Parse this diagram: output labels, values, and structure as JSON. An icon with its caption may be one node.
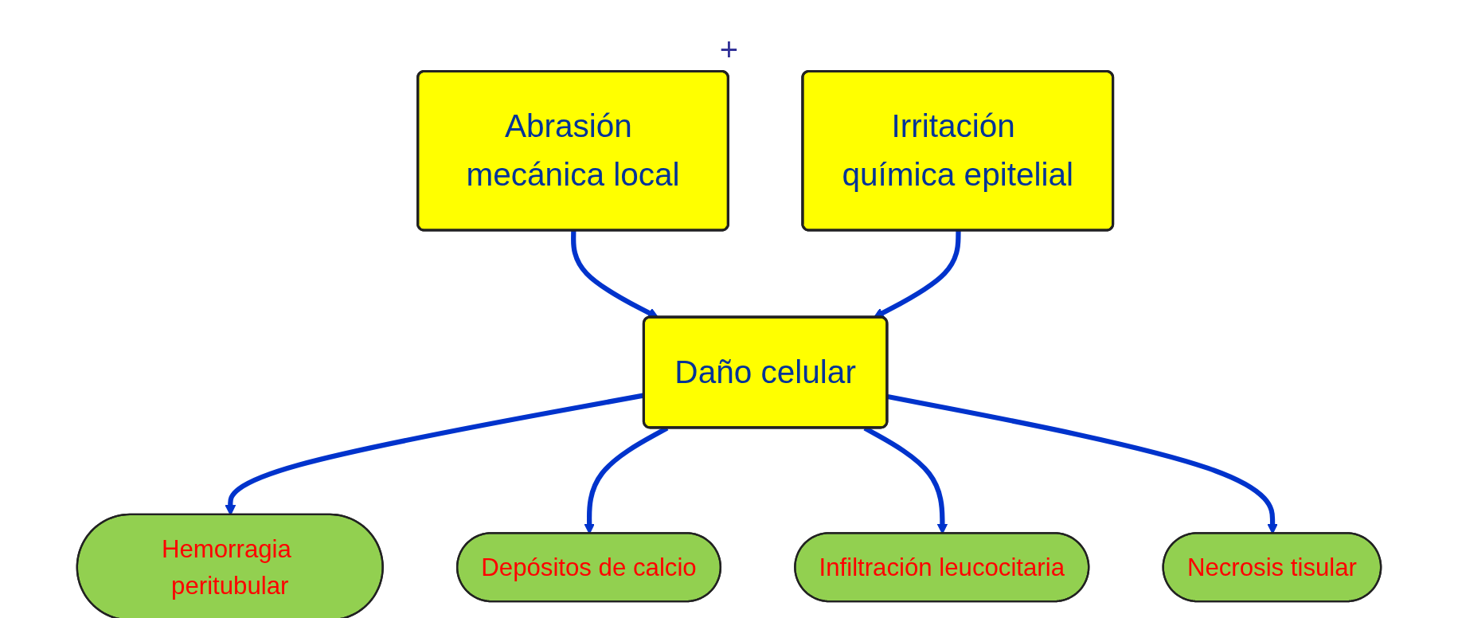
{
  "diagram": {
    "nodes": [
      {
        "text": [
          "Abrasión mecánica local"
        ]
      },
      {
        "text": [
          "Irritación química epitelial"
        ]
      },
      {
        "text": [
          "Daño celular"
        ]
      },
      {
        "text": [
          "Hemorragia peritubular"
        ]
      },
      {
        "text": [
          "Necrosis tisular"
        ]
      },
      {
        "text": [
          "Depósitos de calcio"
        ]
      },
      {
        "text": [
          "Infiltración leucocitaria"
        ]
      }
    ],
    "edges": [
      {
        "from": 0,
        "to": 2,
        "arrow": "to"
      },
      {
        "from": 1,
        "to": 2,
        "arrow": "to"
      },
      {
        "from": 2,
        "to": 3,
        "arrow": "to"
      },
      {
        "from": 2,
        "to": 5,
        "arrow": "to"
      },
      {
        "from": 2,
        "to": 6,
        "arrow": "to"
      },
      {
        "from": 2,
        "to": 4,
        "arrow": "to"
      }
    ],
    "labels": [
      "+"
    ]
  }
}
